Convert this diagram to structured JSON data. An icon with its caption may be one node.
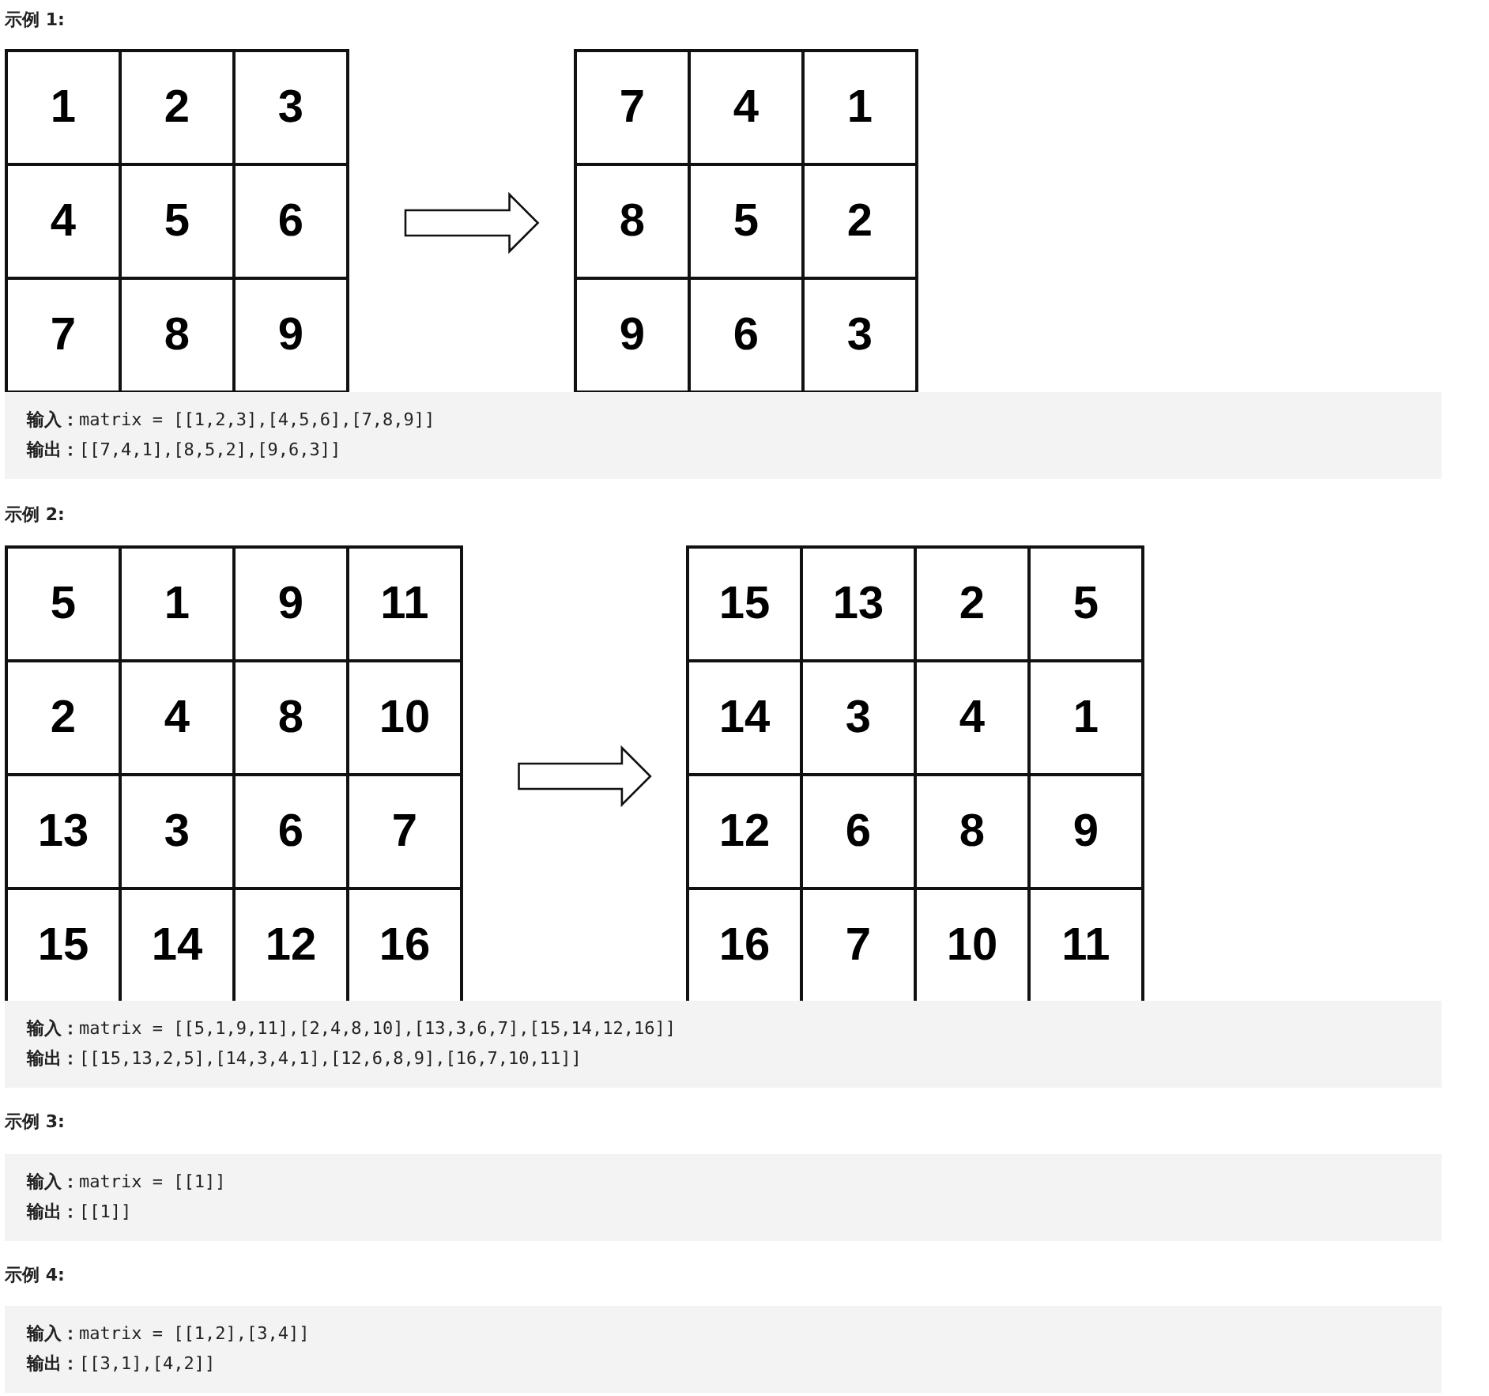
{
  "diagram": {
    "nodes": [
      {
        "text": [
          "1",
          "2",
          "3",
          "4",
          "5",
          "6",
          "7",
          "8",
          "9"
        ]
      },
      {
        "text": [
          "7",
          "4",
          "1",
          "8",
          "5",
          "2",
          "9",
          "6",
          "3"
        ]
      },
      {
        "text": [
          "5",
          "1",
          "9",
          "11",
          "2",
          "4",
          "8",
          "10",
          "13",
          "3",
          "6",
          "7",
          "15",
          "14",
          "12",
          "16"
        ]
      },
      {
        "text": [
          "15",
          "13",
          "2",
          "5",
          "14",
          "3",
          "4",
          "1",
          "12",
          "6",
          "8",
          "9",
          "16",
          "7",
          "10",
          "11"
        ]
      }
    ],
    "edges": [
      {
        "from": 0,
        "to": 1,
        "arrow": "to"
      },
      {
        "from": 2,
        "to": 3,
        "arrow": "to"
      }
    ],
    "labels": [
      "示例 1:",
      "**输入：**matrix = [[1,2,3],[4,5,6],[7,8,9]]",
      "**输出：**[[7,4,1],[8,5,2],[9,6,3]]",
      "示例 2:",
      "**输入：**matrix = [[5,1,9,11],[2,4,8,10],[13,3,6,7],[15,14,12,16]]",
      "**输出：**[[15,13,2,5],[14,3,4,1],[12,6,8,9],[16,7,10,11]]",
      "示例 3:",
      "**输入：**matrix = [[1]]",
      "**输出：**[[1]]",
      "示例 4:",
      "**输入：**matrix = [[1,2],[3,4]]",
      "**输出：**[[3,1],[4,2]]"
    ]
  }
}
